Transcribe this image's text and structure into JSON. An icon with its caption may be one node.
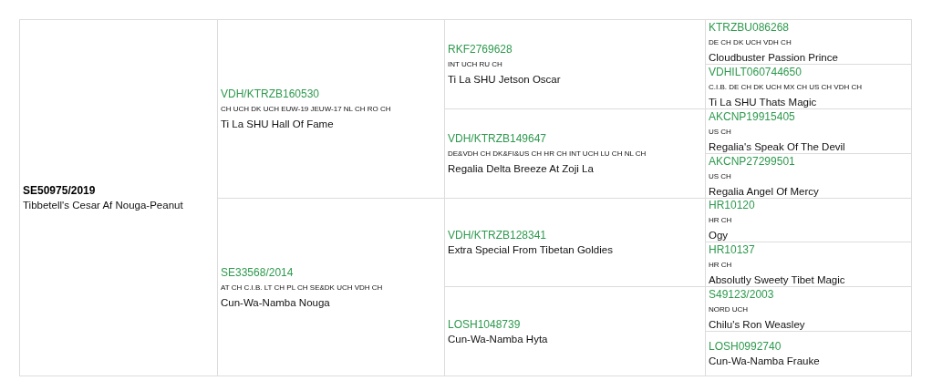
{
  "diagram": {
    "nodes": [
      {
        "text": [
          "SE50975/2019",
          "Tibbetell's Cesar Af Nouga-Peanut"
        ]
      },
      {
        "text": [
          "VDH/KTRZB160530",
          "CH UCH DK UCH EUW-19 JEUW-17 NL CH RO CH",
          "Ti La SHU Hall Of Fame"
        ]
      },
      {
        "text": [
          "RKF2769628",
          "INT UCH RU CH",
          "Ti La SHU Jetson Oscar"
        ]
      },
      {
        "text": [
          "KTRZBU086268",
          "DE CH DK UCH VDH CH",
          "Cloudbuster Passion Prince"
        ]
      },
      {
        "text": [
          "VDHILT060744650",
          "C.I.B. DE CH DK UCH MX CH US CH VDH CH",
          "Ti La SHU Thats Magic"
        ]
      },
      {
        "text": [
          "VDH/KTRZB149647",
          "DE&VDH CH DK&FI&US CH HR CH INT UCH LU CH NL CH",
          "Regalia Delta Breeze At Zoji La"
        ]
      },
      {
        "text": [
          "AKCNP19915405",
          "US CH",
          "Regalia's Speak Of The Devil"
        ]
      },
      {
        "text": [
          "AKCNP27299501",
          "US CH",
          "Regalia Angel Of Mercy"
        ]
      },
      {
        "text": [
          "SE33568/2014",
          "AT CH C.I.B. LT CH PL CH SE&DK UCH VDH CH",
          "Cun-Wa-Namba Nouga"
        ]
      },
      {
        "text": [
          "VDH/KTRZB128341",
          "Extra Special From Tibetan Goldies"
        ]
      },
      {
        "text": [
          "HR10120",
          "HR CH",
          "Ogy"
        ]
      },
      {
        "text": [
          "HR10137",
          "HR CH",
          "Absolutly Sweety Tibet Magic"
        ]
      },
      {
        "text": [
          "LOSH1048739",
          "Cun-Wa-Namba Hyta"
        ]
      },
      {
        "text": [
          "S49123/2003",
          "NORD UCH",
          "Chilu's Ron Weasley"
        ]
      },
      {
        "text": [
          "LOSH0992740",
          "Cun-Wa-Namba Frauke"
        ]
      }
    ]
  }
}
